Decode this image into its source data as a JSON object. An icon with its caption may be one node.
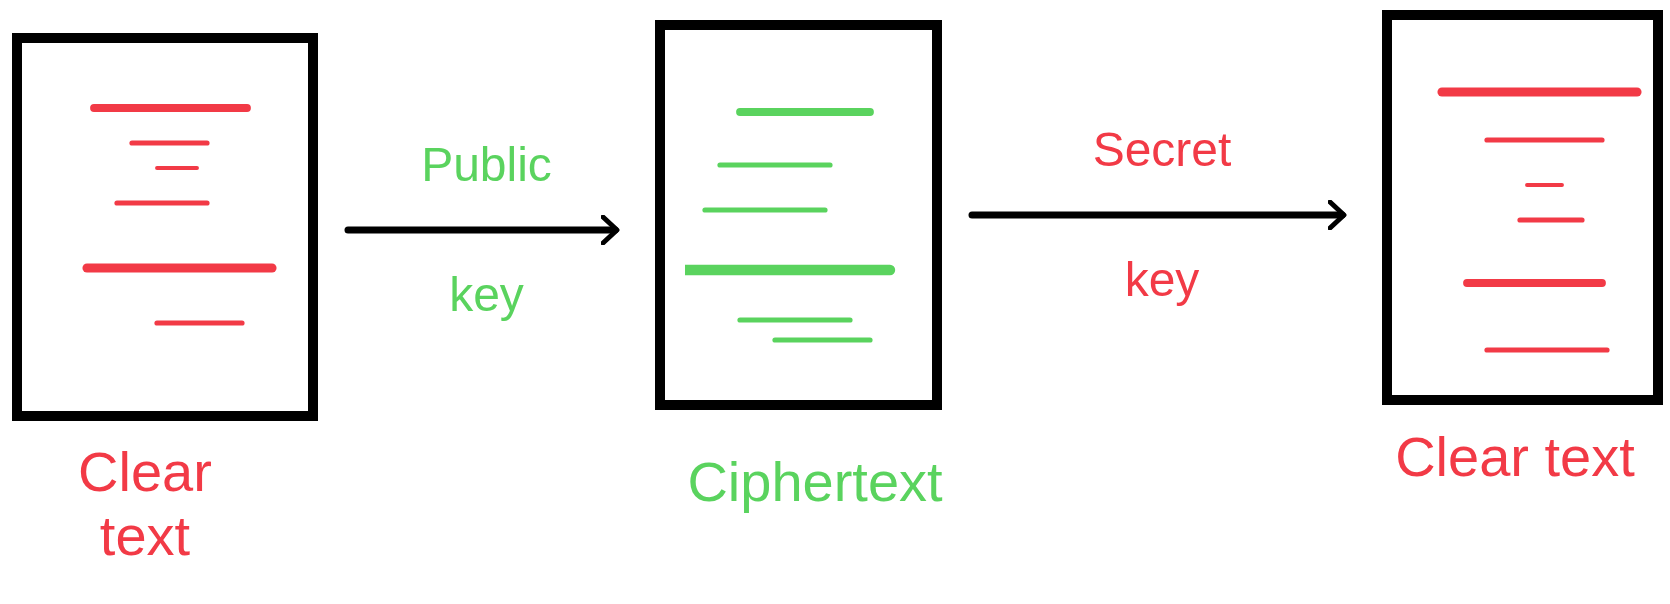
{
  "diagram": {
    "nodes": [
      {
        "text": [],
        "shape": "box",
        "beside": [
          "Clear text"
        ]
      },
      {
        "text": [],
        "shape": "box",
        "beside": [
          "Ciphertext"
        ]
      },
      {
        "text": [],
        "shape": "box",
        "beside": [
          "Clear text"
        ]
      }
    ],
    "edges": [
      {
        "from": 0,
        "to": 1,
        "arrow": "to",
        "label": "Public key"
      },
      {
        "from": 1,
        "to": 2,
        "arrow": "to",
        "label": "Secret key"
      }
    ]
  }
}
